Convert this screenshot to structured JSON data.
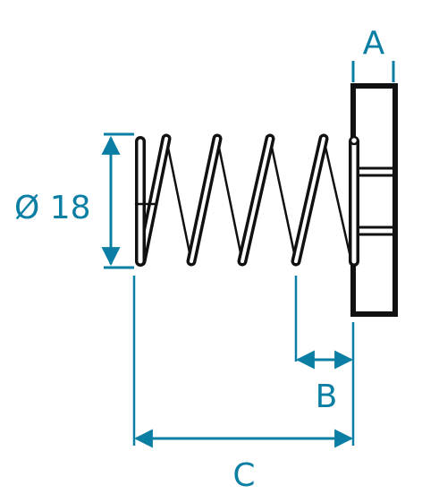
{
  "labels": {
    "diameter": "Ø 18",
    "a": "A",
    "b": "B",
    "c": "C"
  },
  "colors": {
    "dimension": "#0b7fa3",
    "part": "#111111",
    "background": "#ffffff"
  }
}
